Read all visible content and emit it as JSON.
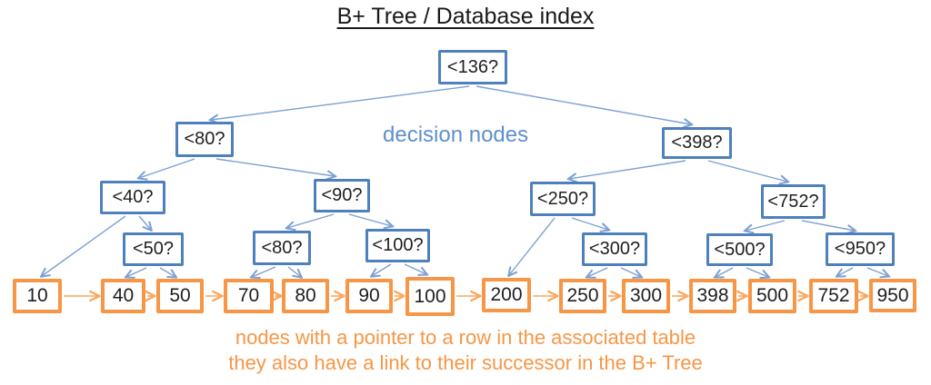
{
  "title": "B+ Tree / Database index",
  "annotations": {
    "decision_nodes_label": "decision nodes",
    "leaf_note_line1": "nodes with a pointer to a row in the associated table",
    "leaf_note_line2": "they also have a link to their successor in the B+ Tree"
  },
  "colors": {
    "decision_node_border": "#4e80bc",
    "tree_edge": "#7da0d2",
    "decision_annotation_text": "#5e90ca",
    "leaf_node_border": "#f79646",
    "leaf_chain_arrow": "#f9a85f",
    "leaf_note_text": "#f79646",
    "node_text": "#1f1f1f",
    "title_text": "#1a1a1a"
  },
  "tree": {
    "decision_nodes": [
      {
        "label": "<136?"
      },
      {
        "label": "<80?"
      },
      {
        "label": "<398?"
      },
      {
        "label": "<40?"
      },
      {
        "label": "<90?"
      },
      {
        "label": "<250?"
      },
      {
        "label": "<752?"
      },
      {
        "label": "<50?"
      },
      {
        "label": "<80?"
      },
      {
        "label": "<100?"
      },
      {
        "label": "<300?"
      },
      {
        "label": "<500?"
      },
      {
        "label": "<950?"
      }
    ],
    "leaf_nodes": [
      {
        "value": "10"
      },
      {
        "value": "40"
      },
      {
        "value": "50"
      },
      {
        "value": "70"
      },
      {
        "value": "80"
      },
      {
        "value": "90"
      },
      {
        "value": "100"
      },
      {
        "value": "200"
      },
      {
        "value": "250"
      },
      {
        "value": "300"
      },
      {
        "value": "398"
      },
      {
        "value": "500"
      },
      {
        "value": "752"
      },
      {
        "value": "950"
      }
    ],
    "edges": [
      [
        "<136?",
        "<80?"
      ],
      [
        "<136?",
        "<398?"
      ],
      [
        "<80?",
        "<40?"
      ],
      [
        "<80?",
        "<90?"
      ],
      [
        "<40?",
        "10"
      ],
      [
        "<40?",
        "<50?"
      ],
      [
        "<50?",
        "40"
      ],
      [
        "<50?",
        "50"
      ],
      [
        "<90?",
        "<80? (level 4)"
      ],
      [
        "<90?",
        "<100?"
      ],
      [
        "<80? (level 4)",
        "70"
      ],
      [
        "<80? (level 4)",
        "80"
      ],
      [
        "<100?",
        "90"
      ],
      [
        "<100?",
        "100"
      ],
      [
        "<398?",
        "<250?"
      ],
      [
        "<398?",
        "<752?"
      ],
      [
        "<250?",
        "200"
      ],
      [
        "<250?",
        "<300?"
      ],
      [
        "<300?",
        "250"
      ],
      [
        "<300?",
        "300"
      ],
      [
        "<752?",
        "<500?"
      ],
      [
        "<752?",
        "<950?"
      ],
      [
        "<500?",
        "398"
      ],
      [
        "<500?",
        "500"
      ],
      [
        "<950?",
        "752"
      ],
      [
        "<950?",
        "950"
      ]
    ],
    "leaf_chain_order": [
      "10",
      "40",
      "50",
      "70",
      "80",
      "90",
      "100",
      "200",
      "250",
      "300",
      "398",
      "500",
      "752",
      "950"
    ]
  }
}
